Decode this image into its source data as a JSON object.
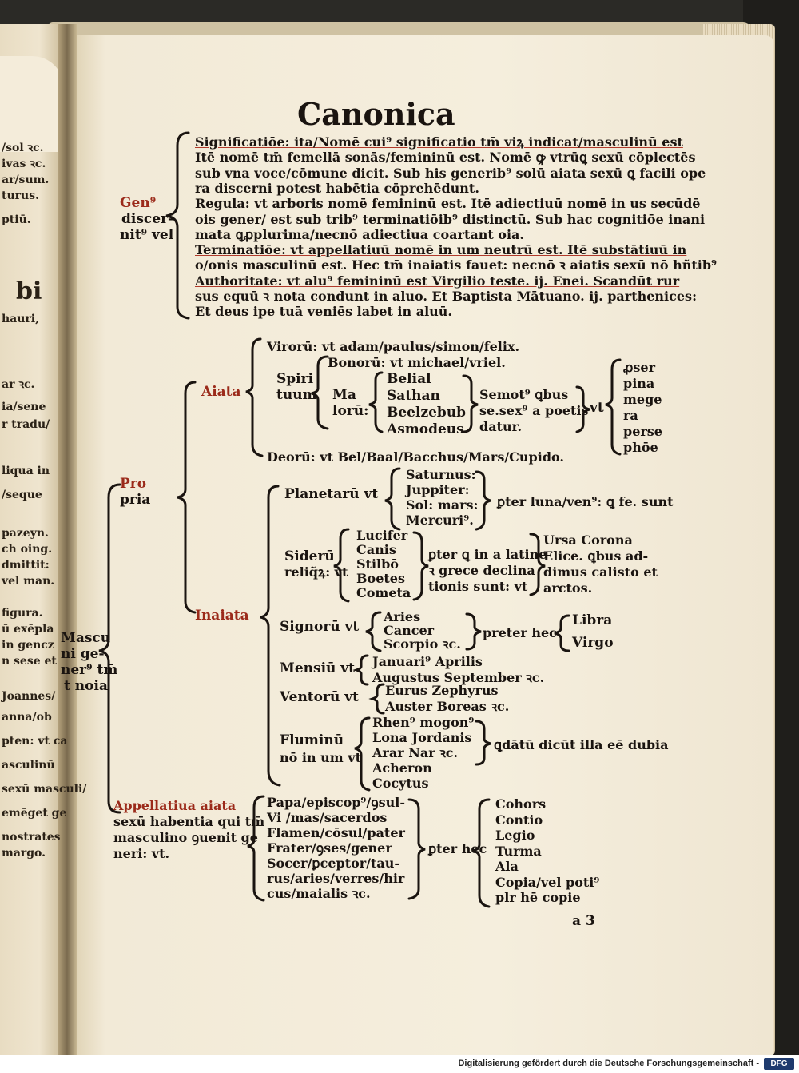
{
  "page": {
    "title": "Canonica",
    "page_mark": "a 3"
  },
  "genus": {
    "label_lines": [
      "Gen⁹",
      "discer-",
      "nit⁹ vel"
    ],
    "lines": [
      "Significatiōe: ita/Nomē cui⁹ significatio tm̄ viꝝ indicat/masculinū est",
      "Itē nomē tm̄ femellā sonās/femininū est. Nomē ꝙ vtrūꝗ sexū cōplectēs",
      "sub vna voce/cōmune dicit. Sub his generib⁹ solū aiata sexū ꝗ facili ope",
      "ra discerni potest habētia cōprehēdunt.",
      "Regula: vt arboris nomē femininū est. Itē adiectiuū nomē in us secūdē",
      "ois gener/ est sub trib⁹ terminatiōib⁹ distinctū. Sub hac cognitiōe inani",
      "mata ꝗꝓplurima/necnō adiectiua coartant oia.",
      "Terminatiōe: vt appellatiuū nomē in um neutrū est. Itē substātiuū in",
      "o/onis masculinū est. Hec tm̄ inaiatis fauet: necnō ꝛ aiatis sexū nō hñtib⁹",
      "Authoritate: vt alu⁹ femininū est Virgilio teste. ij. Enei. Scandūt rur",
      "sus equū ꝛ nota condunt in aluo. Et Baptista Mātuano. ij. parthenices:",
      "Et deus ipe tuā veniēs labet in aluū."
    ]
  },
  "left_margin": [
    "/sol ꝛc.",
    "ivas ꝛc.",
    "ar/sum.",
    "turus.",
    "ptiū.",
    "bi",
    "hauri,",
    "ar ꝛc.",
    "ia/sene",
    "r tradu/",
    "liqua in",
    "/seque",
    "pazeyn.",
    "ch oing.",
    "dmittit:",
    "vel man.",
    "figura.",
    "ū exēpla",
    "in gencz",
    "n sese et",
    "Joannes/",
    "anna/ob",
    "pten: vt ca",
    "asculinū",
    "sexū masculi/",
    "emēget ge",
    "nostrates",
    "margo."
  ],
  "masc": {
    "label_lines": [
      "Mascu",
      "ni ge-",
      "ner⁹ tm̄",
      "t noia"
    ],
    "propria": [
      "Pro",
      "pria"
    ],
    "aiata": "Aiata",
    "virorum": "Virorū: vt adam/paulus/simon/felix.",
    "spiritum": [
      "Spiri",
      "tuum"
    ],
    "bonorum": "Bonorū: vt michael/vriel.",
    "malorum": [
      "Ma",
      "lorū:"
    ],
    "demons": [
      "Belial",
      "Sathan",
      "Beelzebub",
      "Asmodeus"
    ],
    "semot": [
      "Semot⁹ ꝗbus",
      "se.sex⁹ a poetis",
      "datur."
    ],
    "vt": "vt",
    "proserpina": [
      "ꝓser",
      "pina",
      "mege",
      "ra",
      "perse",
      "phōe"
    ],
    "deorum": "Deorū: vt Bel/Baal/Bacchus/Mars/Cupido.",
    "inaiata": "Inaiata",
    "planetarum": "Planetarū vt",
    "planets": [
      "Saturnus:",
      "Juppiter:",
      "Sol: mars:",
      "Mercuri⁹."
    ],
    "preter_luna": "ꝑter luna/ven⁹: ꝗ fe. sunt",
    "siderum": [
      "Siderū",
      "reliq̃ꝝ: vt"
    ],
    "stars": [
      "Lucifer",
      "Canis",
      "Stilbō",
      "Boetes",
      "Cometa"
    ],
    "preter_latine": [
      "ꝑter ꝗ in a latine",
      "ꝛ grece declina",
      "tionis sunt: vt"
    ],
    "ursa": [
      "Ursa Corona",
      "Elice. ꝗbus ad-",
      "dimus calisto et",
      "arctos."
    ],
    "signorum": "Signorū vt",
    "signs": [
      "Aries",
      "Cancer",
      "Scorpio ꝛc."
    ],
    "preter_hec1": "preter hec",
    "libra": [
      "Libra",
      "Virgo"
    ],
    "mensium": "Mensiū vt",
    "months": [
      "Januari⁹ Aprilis",
      "Augustus September ꝛc."
    ],
    "ventorum": "Ventorū vt",
    "winds": [
      "Eurus Zephyrus",
      "Auster Boreas ꝛc."
    ],
    "fluminum": [
      "Fluminū",
      "nō in um vt"
    ],
    "rivers": [
      "Rhen⁹ mogon⁹",
      "Lona Jordanis",
      "Arar Nar ꝛc.",
      "Acheron",
      "Cocytus"
    ],
    "quadantum": "ꝗdātū dicūt illa eē dubia",
    "appellativa": [
      "Appellatiua aiata",
      "sexū habentia qui tm̄",
      "masculino ꝯuenit ge",
      "neri: vt."
    ],
    "offices": [
      "Papa/episcop⁹/ꝯsul-",
      "Vi /mas/sacerdos",
      "Flamen/cōsul/pater",
      "Frater/ꝯses/gener",
      "Socer/ꝑceptor/tau-",
      "rus/aries/verres/hir",
      "cus/maialis ꝛc."
    ],
    "preter_hec2": "ꝑter hec",
    "cohors": [
      "Cohors",
      "Contio",
      "Legio",
      "Turma",
      "Ala",
      "Copia/vel poti⁹",
      "plr hē copie"
    ]
  },
  "footer": {
    "text": "Digitalisierung gefördert durch die Deutsche Forschungsgemeinschaft -",
    "logo": "DFG"
  }
}
